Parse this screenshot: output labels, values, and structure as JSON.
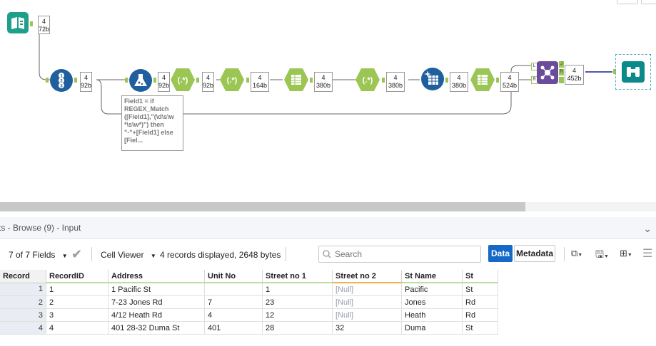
{
  "workflow": {
    "badges": [
      {
        "count": "4",
        "size": "72b"
      },
      {
        "count": "4",
        "size": "92b"
      },
      {
        "count": "4",
        "size": "92b"
      },
      {
        "count": "4",
        "size": "92b"
      },
      {
        "count": "4",
        "size": "164b"
      },
      {
        "count": "4",
        "size": "380b"
      },
      {
        "count": "4",
        "size": "380b"
      },
      {
        "count": "4",
        "size": "380b"
      },
      {
        "count": "4",
        "size": "524b"
      },
      {
        "count": "4",
        "size": "452b"
      }
    ],
    "annotation": "Field1 = if\nREGEX_Match\n([Field1],\"(\\d\\s\\w\n*\\s\\w*)\") then\n\"-\"+[Field1] else\n[Fiel...",
    "regex_glyph": "(.*)",
    "record_id_digits": [
      "1",
      "2",
      "3"
    ],
    "join_labels": [
      "L",
      "R"
    ],
    "union_labels": [
      "J",
      "R"
    ]
  },
  "results": {
    "title": "ts - Browse (9) - Input",
    "toolbar": {
      "fields": "7 of 7 Fields",
      "viewer": "Cell Viewer",
      "records": "4 records displayed, 2648 bytes",
      "search_placeholder": "Search",
      "data_label": "Data",
      "metadata_label": "Metadata"
    },
    "columns": [
      "Record",
      "RecordID",
      "Address",
      "Unit No",
      "Street no 1",
      "Street no 2",
      "St Name",
      "St"
    ],
    "rows": [
      {
        "n": "1",
        "cells": [
          "1",
          "1 Pacific St",
          "",
          "1",
          "[Null]",
          "Pacific",
          "St"
        ]
      },
      {
        "n": "2",
        "cells": [
          "2",
          "7-23 Jones Rd",
          "7",
          "23",
          "[Null]",
          "Jones",
          "Rd"
        ]
      },
      {
        "n": "3",
        "cells": [
          "3",
          "4/12 Heath Rd",
          "4",
          "12",
          "[Null]",
          "Heath",
          "Rd"
        ]
      },
      {
        "n": "4",
        "cells": [
          "4",
          "401 28-32 Duma St",
          "401",
          "28",
          "32",
          "Duma",
          "St"
        ]
      }
    ]
  },
  "colors": {
    "accent": "#1468c8",
    "tool_green": "#9bc654",
    "tool_blue": "#1f5f9e",
    "tool_purple": "#6b4b9c",
    "browse_teal": "#0a8a8a",
    "null_text": "#9aa0b0"
  }
}
